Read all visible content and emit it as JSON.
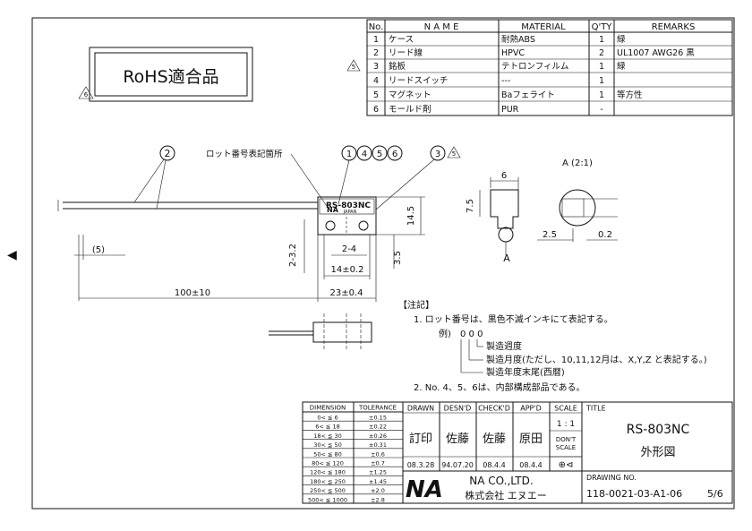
{
  "page": {
    "arrow": "◀"
  },
  "rohs": {
    "label": "RoHS適合品",
    "rev_mark": "6"
  },
  "parts_table": {
    "headers": [
      "No.",
      "N A M E",
      "MATERIAL",
      "Q'TY",
      "REMARKS"
    ],
    "rows": [
      {
        "no": "1",
        "name": "ケース",
        "material": "耐熱ABS",
        "qty": "1",
        "remarks": "緑",
        "rev": ""
      },
      {
        "no": "2",
        "name": "リード線",
        "material": "HPVC",
        "qty": "2",
        "remarks": "UL1007 AWG26 黒",
        "rev": ""
      },
      {
        "no": "3",
        "name": "銘板",
        "material": "テトロンフィルム",
        "qty": "1",
        "remarks": "緑",
        "rev": "5"
      },
      {
        "no": "4",
        "name": "リードスイッチ",
        "material": "---",
        "qty": "1",
        "remarks": "",
        "rev": ""
      },
      {
        "no": "5",
        "name": "マグネット",
        "material": "Baフェライト",
        "qty": "1",
        "remarks": "等方性",
        "rev": ""
      },
      {
        "no": "6",
        "name": "モールド剤",
        "material": "PUR",
        "qty": "-",
        "remarks": "",
        "rev": ""
      }
    ]
  },
  "drawing": {
    "balloon_2": "2",
    "lot_label": "ロット番号表記箇所",
    "balloons_main": [
      "1",
      "4",
      "5",
      "6"
    ],
    "balloon_3": "3",
    "balloon_3_rev": "5",
    "nameplate_text": "RS-803NC",
    "nameplate_sub": "JAPAN",
    "dims": {
      "d5": "(5)",
      "d100": "100±10",
      "d23": "23±0.4",
      "d14": "14±0.2",
      "d2_4": "2-4",
      "d2_3_2": "2-3.2",
      "d3_5": "3.5",
      "d14_5": "14.5",
      "d6": "6",
      "d7_5": "7.5",
      "d2_5": "2.5",
      "d0_2": "0.2"
    },
    "detail_label": "A (2:1)",
    "view_a": "A"
  },
  "notes": {
    "title": "【注記】",
    "n1": "1. ロット番号は、黒色不滅インキにて表記する。",
    "example": "例)",
    "digits": "0 0 0",
    "week": "製造週度",
    "month": "製造月度(ただし、10,11,12月は、X,Y,Z と表記する。)",
    "year": "製造年度末尾(西暦)",
    "n2": "2. No. 4、5、6は、内部構成部品である。"
  },
  "tolerance_table": {
    "headers": [
      "DIMENSION",
      "TOLERANCE"
    ],
    "rows": [
      [
        "0< ≦ 6",
        "±0.15"
      ],
      [
        "6< ≦ 18",
        "±0.22"
      ],
      [
        "18< ≦ 30",
        "±0.26"
      ],
      [
        "30< ≦ 50",
        "±0.31"
      ],
      [
        "50< ≦ 80",
        "±0.6"
      ],
      [
        "80< ≦ 120",
        "±0.7"
      ],
      [
        "120< ≦ 180",
        "±1.25"
      ],
      [
        "180< ≦ 250",
        "±1.45"
      ],
      [
        "250< ≦ 500",
        "±2.0"
      ],
      [
        "500< ≦ 1000",
        "±2.8"
      ]
    ]
  },
  "title_block": {
    "drawn": "DRAWN",
    "desnd": "DESN'D",
    "checkd": "CHECK'D",
    "appd": "APP'D",
    "scale": "SCALE",
    "title": "TITLE",
    "drawn_sig": "訂印",
    "desnd_sig": "佐藤",
    "checkd_sig": "佐藤",
    "appd_sig": "原田",
    "scale_val": "1 : 1",
    "dont_scale_1": "DON'T",
    "dont_scale_2": "SCALE",
    "drawn_date": "08.3.28",
    "desnd_date": "94.07.20",
    "checkd_date": "08.4.4",
    "appd_date": "08.4.4",
    "title_main": "RS-803NC",
    "title_sub": "外形図",
    "drawing_no_label": "DRAWING NO.",
    "company_en": "NA CO.,LTD.",
    "company_jp": "株式会社 エヌエー",
    "drawing_no": "118-0021-03-A1-06",
    "sheet": "5/6",
    "logo": "NA"
  }
}
